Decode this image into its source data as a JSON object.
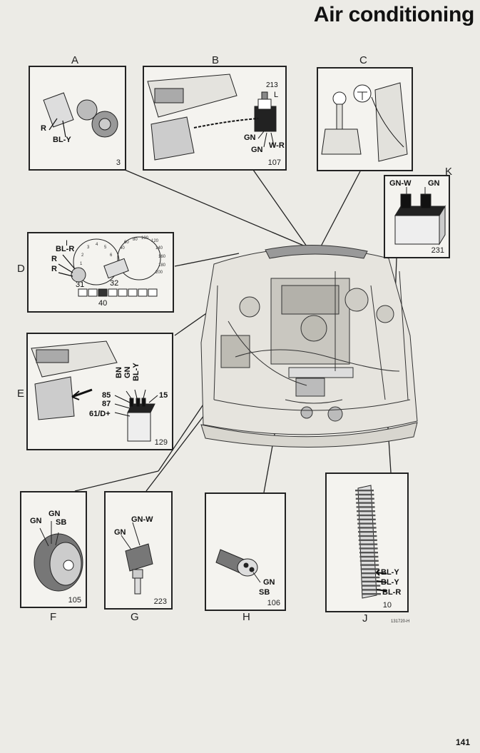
{
  "title": "Air conditioning",
  "page_number": "141",
  "figure_code": "131720-H",
  "components": {
    "A": {
      "letter": "A",
      "number": "3",
      "labels": [
        "R",
        "BL-Y"
      ]
    },
    "B": {
      "letter": "B",
      "number": "107",
      "labels": [
        "213",
        "L",
        "GN",
        "GN",
        "W-R"
      ]
    },
    "C": {
      "letter": "C",
      "number": ""
    },
    "D": {
      "letter": "D",
      "number": "40",
      "labels": [
        "I",
        "BL-R",
        "R",
        "R",
        "31",
        "32",
        "3",
        "4",
        "5",
        "6",
        "2",
        "1",
        "40",
        "60",
        "80",
        "100",
        "120",
        "140",
        "160",
        "180",
        "200"
      ]
    },
    "E": {
      "letter": "E",
      "number": "129",
      "labels": [
        "BN",
        "GN",
        "BL-Y",
        "85",
        "87",
        "15",
        "61/D+"
      ]
    },
    "F": {
      "letter": "F",
      "number": "105",
      "labels": [
        "GN",
        "GN",
        "SB"
      ]
    },
    "G": {
      "letter": "G",
      "number": "223",
      "labels": [
        "GN-W",
        "GN"
      ]
    },
    "H": {
      "letter": "H",
      "number": "106",
      "labels": [
        "GN",
        "SB"
      ]
    },
    "J": {
      "letter": "J",
      "number": "10",
      "labels": [
        "BL-Y",
        "BL-Y",
        "BL-R"
      ]
    },
    "K": {
      "letter": "K",
      "number": "231",
      "labels": [
        "GN-W",
        "GN"
      ]
    }
  }
}
